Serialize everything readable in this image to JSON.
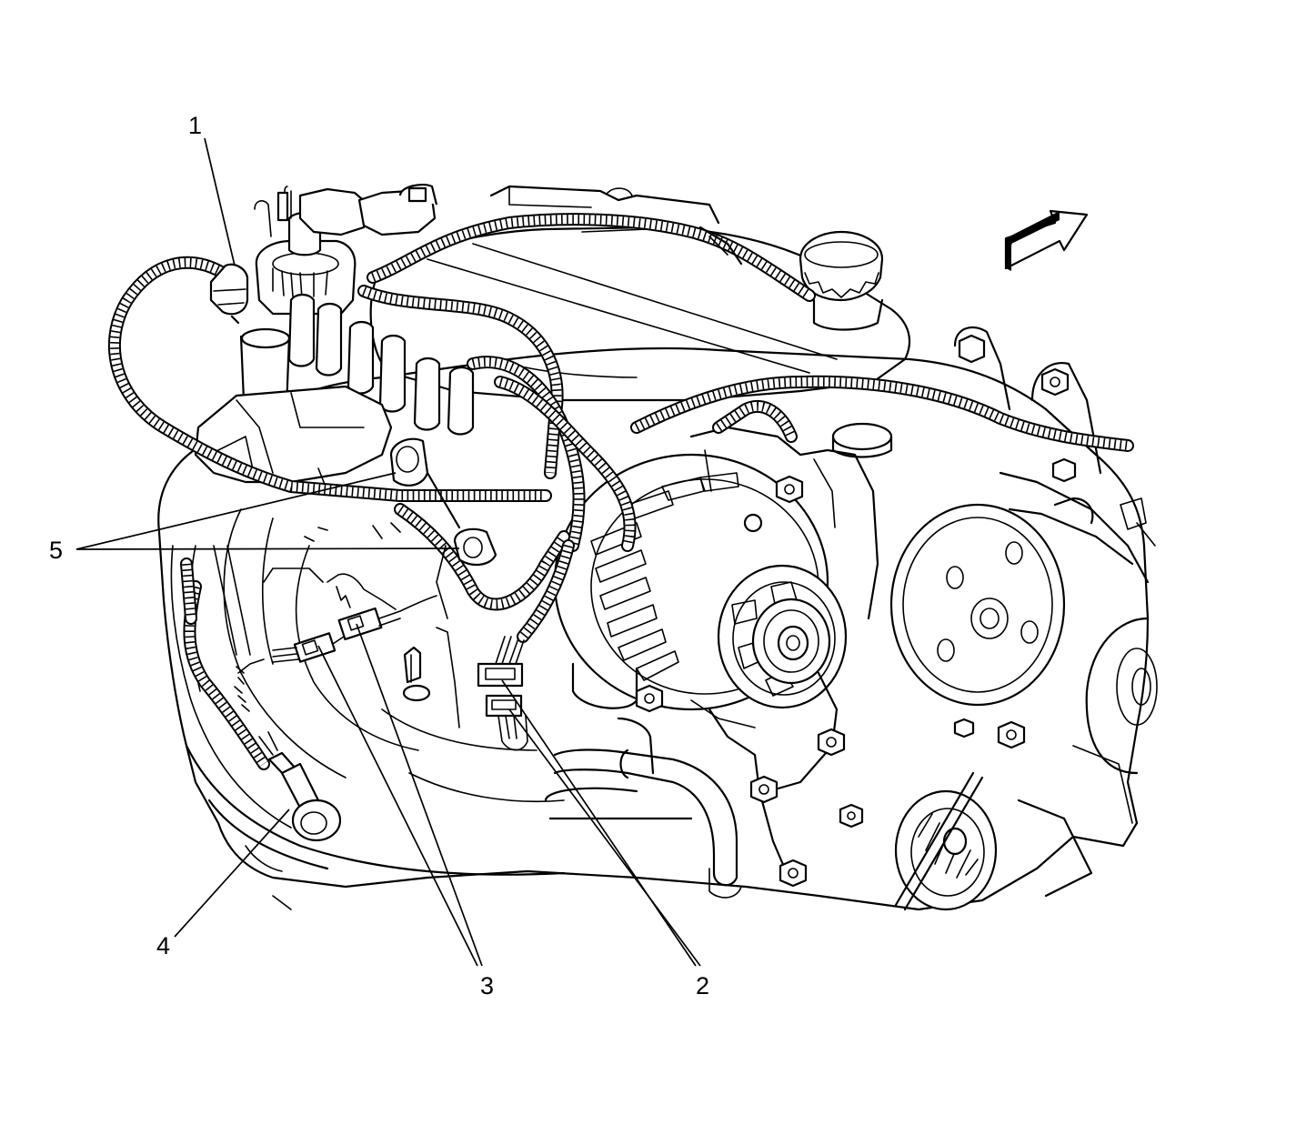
{
  "callouts": [
    {
      "id": "1",
      "label": "1"
    },
    {
      "id": "2",
      "label": "2"
    },
    {
      "id": "3",
      "label": "3"
    },
    {
      "id": "4",
      "label": "4"
    },
    {
      "id": "5",
      "label": "5"
    }
  ],
  "icons": {
    "orientation_arrow": "front-direction-arrow-icon"
  },
  "colors": {
    "line": "#000000",
    "background": "#ffffff"
  }
}
